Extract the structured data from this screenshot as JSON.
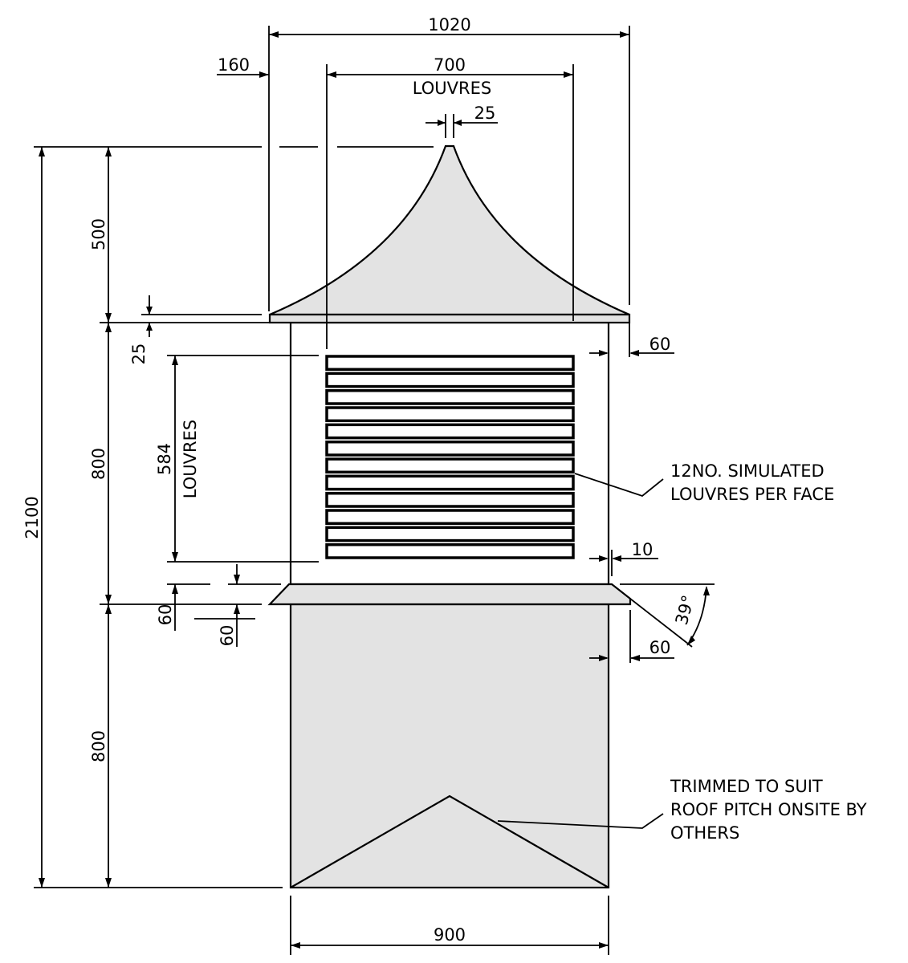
{
  "dimensions": {
    "overall_width": "1020",
    "overhang": "160",
    "louvre_width": "700",
    "louvre_width_label": "LOUVRES",
    "finial_width": "25",
    "overall_height": "2100",
    "roof_height": "500",
    "louvre_section_height": "800",
    "base_height": "800",
    "roof_edge_thickness": "25",
    "louvre_height": "584",
    "louvre_height_label": "LOUVRES",
    "side_offset_top": "60",
    "louvre_inset": "10",
    "cornice_thickness_a": "60",
    "cornice_thickness_b": "60",
    "cornice_angle": "39°",
    "cornice_projection": "60",
    "base_width": "900"
  },
  "notes": {
    "louvres_line1": "12NO. SIMULATED",
    "louvres_line2": "LOUVRES PER FACE",
    "trim_line1": "TRIMMED TO SUIT",
    "trim_line2": "ROOF PITCH ONSITE BY",
    "trim_line3": "OTHERS"
  },
  "louvre_count": 12,
  "colors": {
    "fill": "#e3e3e3",
    "line": "#000000"
  }
}
